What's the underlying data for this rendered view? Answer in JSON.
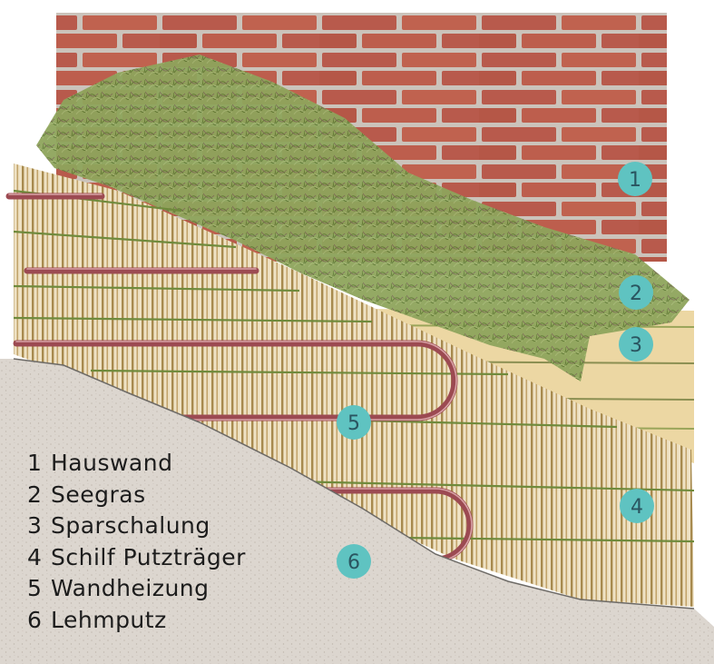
{
  "diagram": {
    "markers": [
      {
        "id": "hauswand",
        "label": "1"
      },
      {
        "id": "seegras",
        "label": "2"
      },
      {
        "id": "sparschalung",
        "label": "3"
      },
      {
        "id": "schilf-putztraeger",
        "label": "4"
      },
      {
        "id": "wandheizung",
        "label": "5"
      },
      {
        "id": "lehmputz",
        "label": "6"
      }
    ],
    "legend": [
      {
        "number": "1",
        "text": "Hauswand"
      },
      {
        "number": "2",
        "text": "Seegras"
      },
      {
        "number": "3",
        "text": "Sparschalung"
      },
      {
        "number": "4",
        "text": "Schilf Putzträger"
      },
      {
        "number": "5",
        "text": "Wandheizung"
      },
      {
        "number": "6",
        "text": "Lehmputz"
      }
    ],
    "colors": {
      "brick": "#b85a4c",
      "mortar": "#c9c2bb",
      "seagrass": "#7c9a4a",
      "boards": "#ecd7a3",
      "reed": "#a78a4e",
      "heating_pipe": "#9c4a52",
      "clay": "#dcd6cf",
      "marker": "#5fc3c1"
    }
  }
}
